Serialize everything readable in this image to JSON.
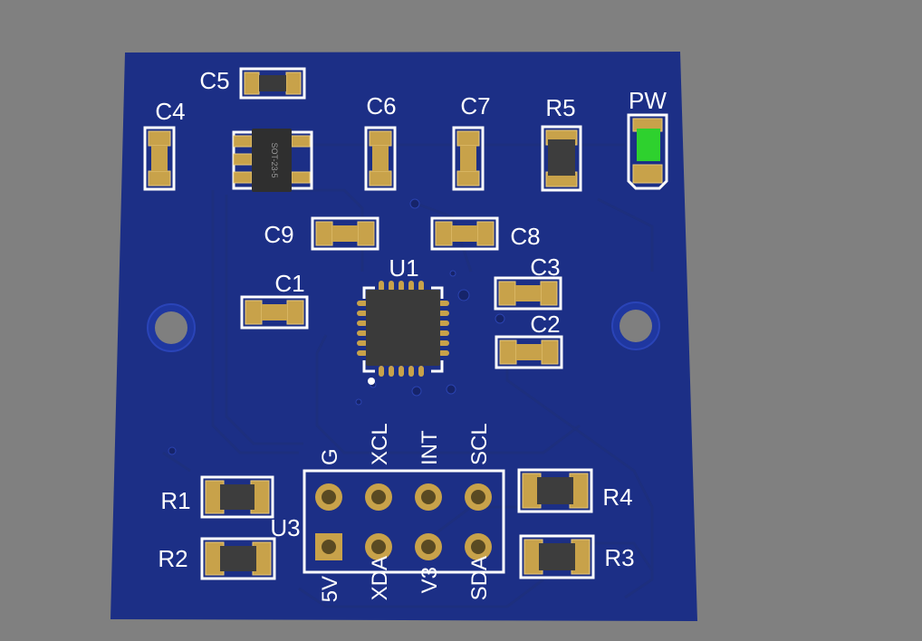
{
  "board": {
    "components": {
      "C1": "C1",
      "C2": "C2",
      "C3": "C3",
      "C4": "C4",
      "C5": "C5",
      "C6": "C6",
      "C7": "C7",
      "C8": "C8",
      "C9": "C9",
      "R1": "R1",
      "R2": "R2",
      "R3": "R3",
      "R4": "R4",
      "R5": "R5",
      "U1": "U1",
      "U3": "U3",
      "PW": "PW"
    },
    "ic_marking": "SOT-23-5",
    "header_pins_top": [
      "G",
      "XCL",
      "INT",
      "SCL"
    ],
    "header_pins_bottom": [
      "5V",
      "XDA",
      "V3",
      "SDA"
    ],
    "colors": {
      "background": "#808080",
      "pcb": "#1c2f86",
      "pad": "#c8a24a",
      "silkscreen": "#ffffff",
      "led": "#2ed12e"
    }
  }
}
